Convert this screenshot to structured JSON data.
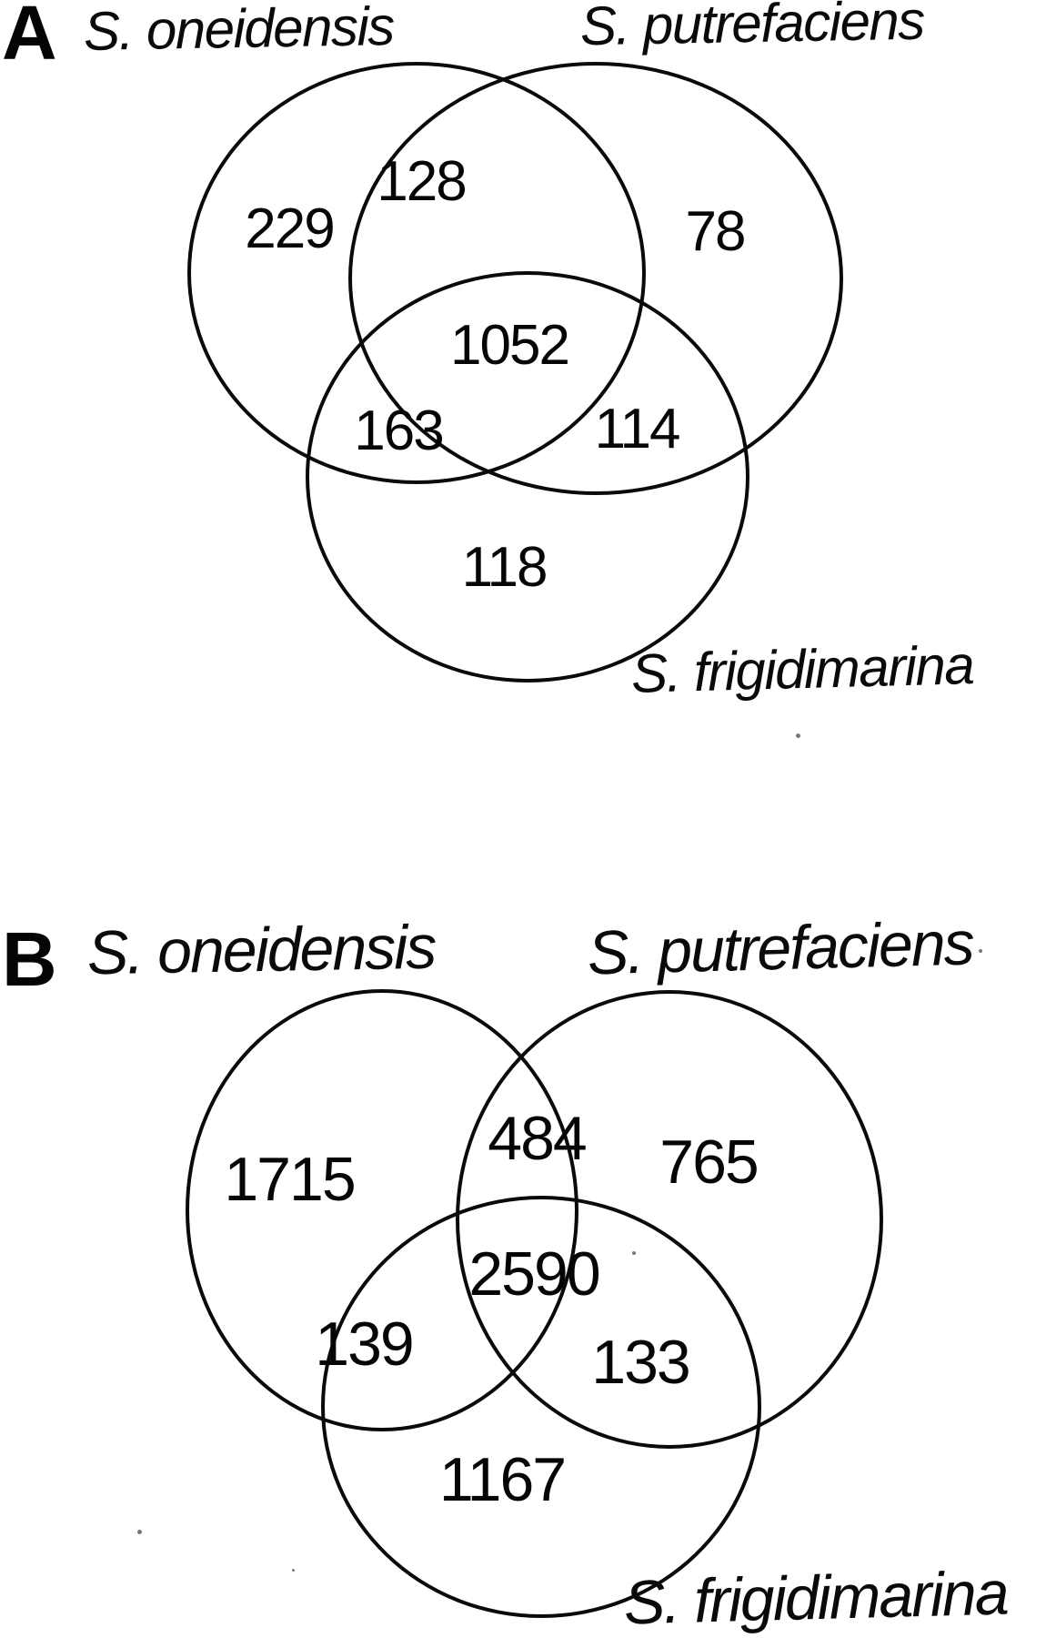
{
  "panels": [
    {
      "letter": "A",
      "labels": {
        "oneidensis": "S. oneidensis",
        "putrefaciens": "S. putrefaciens",
        "frigidimarina": "S. frigidimarina"
      },
      "counts": {
        "oneidensis_only": "229",
        "oneidensis_putrefaciens": "128",
        "putrefaciens_only": "78",
        "all_three": "1052",
        "oneidensis_frigidimarina": "163",
        "putrefaciens_frigidimarina": "114",
        "frigidimarina_only": "118"
      }
    },
    {
      "letter": "B",
      "labels": {
        "oneidensis": "S. oneidensis",
        "putrefaciens": "S. putrefaciens",
        "frigidimarina": "S. frigidimarina"
      },
      "counts": {
        "oneidensis_only": "1715",
        "oneidensis_putrefaciens": "484",
        "putrefaciens_only": "765",
        "all_three": "2590",
        "oneidensis_frigidimarina": "139",
        "putrefaciens_frigidimarina": "133",
        "frigidimarina_only": "1167"
      }
    }
  ]
}
